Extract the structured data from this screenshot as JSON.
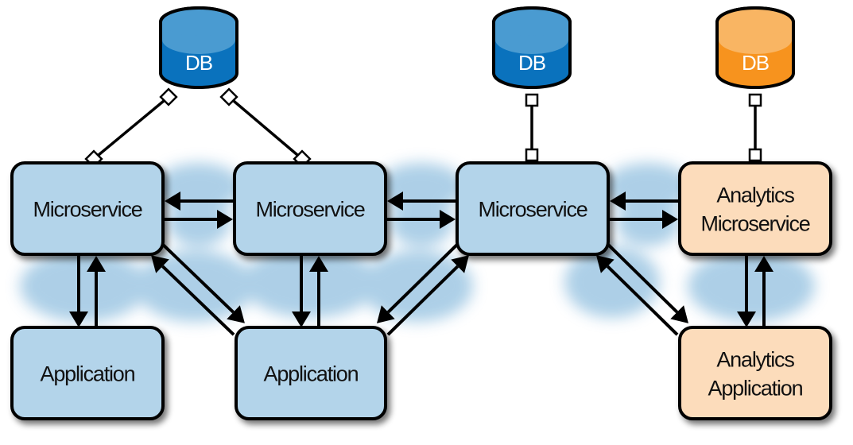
{
  "diagram": {
    "title": "Microservices with shared databases, service mesh and analytics",
    "colors": {
      "service_fill": "#b3d4ea",
      "analytics_fill": "#fcdcbb",
      "db_blue_body": "#0a72bd",
      "db_blue_top": "#4a9bd1",
      "db_orange_body": "#f7931e",
      "db_orange_top": "#f9b563",
      "cloud": "#a9cde6",
      "stroke": "#000000"
    },
    "databases": [
      {
        "id": "db1",
        "label": "DB",
        "variant": "blue"
      },
      {
        "id": "db2",
        "label": "DB",
        "variant": "blue"
      },
      {
        "id": "db3",
        "label": "DB",
        "variant": "orange"
      }
    ],
    "nodes": [
      {
        "id": "ms1",
        "lines": [
          "Microservice"
        ],
        "variant": "service"
      },
      {
        "id": "ms2",
        "lines": [
          "Microservice"
        ],
        "variant": "service"
      },
      {
        "id": "ms3",
        "lines": [
          "Microservice"
        ],
        "variant": "service"
      },
      {
        "id": "ms4",
        "lines": [
          "Analytics",
          "Microservice"
        ],
        "variant": "analytics"
      },
      {
        "id": "app1",
        "lines": [
          "Application"
        ],
        "variant": "service"
      },
      {
        "id": "app2",
        "lines": [
          "Application"
        ],
        "variant": "service"
      },
      {
        "id": "app3",
        "lines": [
          "Analytics",
          "Application"
        ],
        "variant": "analytics"
      }
    ],
    "db_links": [
      {
        "db": "db1",
        "node": "ms1",
        "connector": "diamond"
      },
      {
        "db": "db1",
        "node": "ms2",
        "connector": "diamond"
      },
      {
        "db": "db2",
        "node": "ms3",
        "connector": "square"
      },
      {
        "db": "db3",
        "node": "ms4",
        "connector": "square"
      }
    ],
    "bidirectional_links": [
      {
        "a": "ms1",
        "b": "ms2"
      },
      {
        "a": "ms2",
        "b": "ms3"
      },
      {
        "a": "ms3",
        "b": "ms4"
      },
      {
        "a": "ms1",
        "b": "app1"
      },
      {
        "a": "ms2",
        "b": "app2"
      },
      {
        "a": "ms4",
        "b": "app3"
      },
      {
        "a": "ms1",
        "b": "app2"
      },
      {
        "a": "ms3",
        "b": "app2"
      },
      {
        "a": "ms3",
        "b": "app3"
      }
    ]
  }
}
